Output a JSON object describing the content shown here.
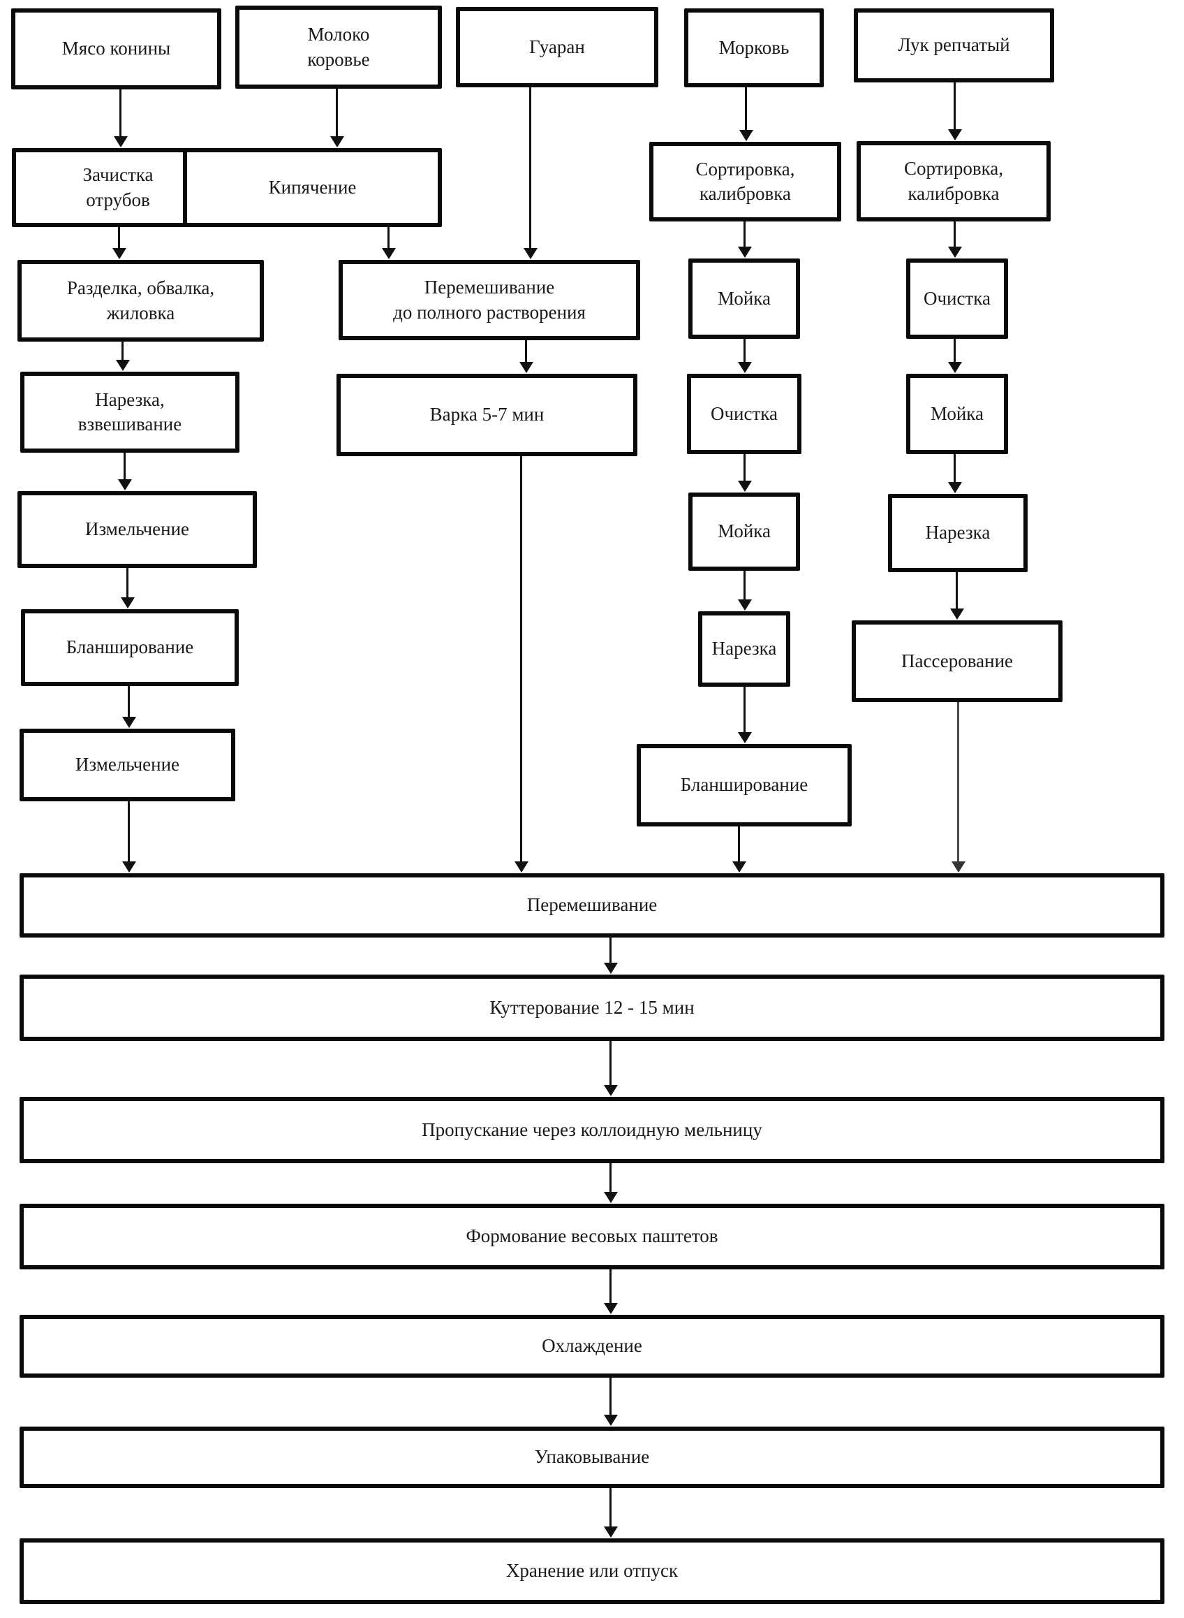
{
  "diagram": {
    "columns": [
      {
        "source": "Мясо конины",
        "steps": [
          "Зачистка\nотрубов",
          "Разделка, обвалка,\nжиловка",
          "Нарезка,\nвзвешивание",
          "Измельчение",
          "Бланширование",
          "Измельчение"
        ]
      },
      {
        "source": "Молоко\nкоровье",
        "steps": [
          "Кипячение"
        ]
      },
      {
        "source": "Гуаран",
        "steps": [
          "Перемешивание\nдо полного растворения",
          "Варка 5-7 мин"
        ]
      },
      {
        "source": "Морковь",
        "steps": [
          "Сортировка,\nкалибровка",
          "Мойка",
          "Очистка",
          "Мойка",
          "Нарезка",
          "Бланширование"
        ]
      },
      {
        "source": "Лук репчатый",
        "steps": [
          "Сортировка,\nкалибровка",
          "Очистка",
          "Мойка",
          "Нарезка",
          "Пассерование"
        ]
      }
    ],
    "final_steps": [
      "Перемешивание",
      "Куттерование 12 - 15 мин",
      "Пропускание через коллоидную мельницу",
      "Формование весовых паштетов",
      "Охлаждение",
      "Упаковывание",
      "Хранение или отпуск"
    ]
  }
}
